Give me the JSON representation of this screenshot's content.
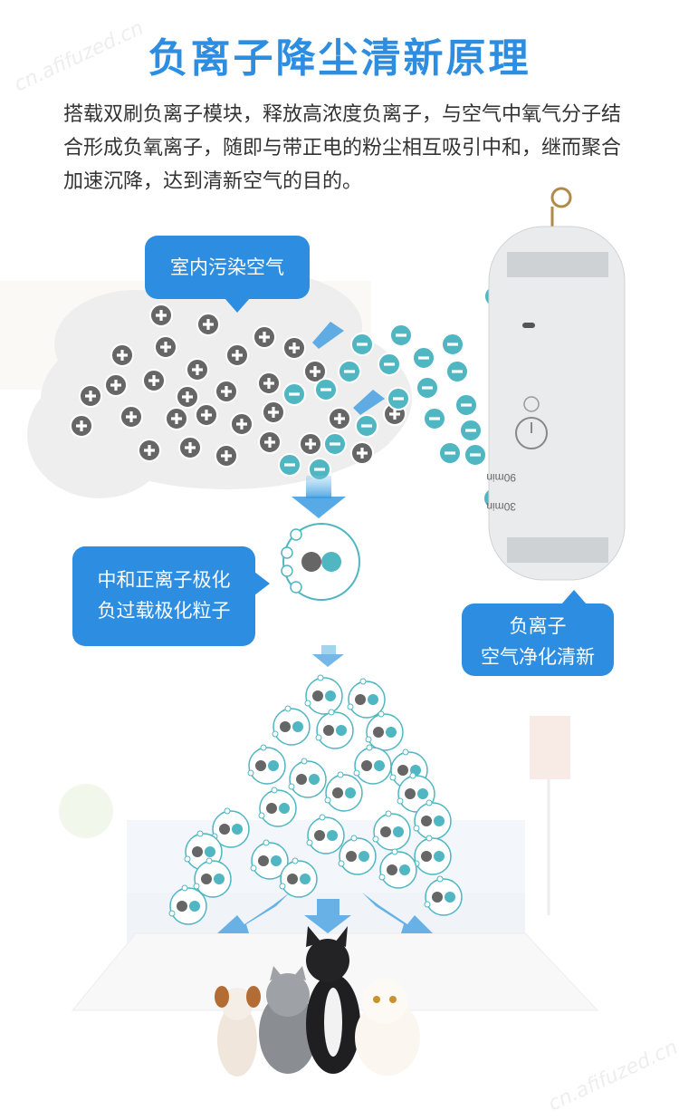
{
  "header": {
    "title": "负离子降尘清新原理",
    "description": "搭载双刷负离子模块，释放高浓度负离子，与空气中氧气分子结合形成负氧离子，随即与带正电的粉尘相互吸引中和，继而聚合加速沉降，达到清新空气的目的。"
  },
  "callouts": {
    "indoor_air": "室内污染空气",
    "neutralize_line1": "中和正离子极化",
    "neutralize_line2": "负过载极化粒子",
    "anion_line1": "负离子",
    "anion_line2": "空气净化清新"
  },
  "device": {
    "label_90": "90min",
    "label_30": "30min",
    "body_color": "#e9ebec"
  },
  "watermark": "cn.afifuzed.cn",
  "colors": {
    "accent": "#2d8de0",
    "positive_ion": "#666666",
    "negative_ion": "#4fb6c2"
  }
}
